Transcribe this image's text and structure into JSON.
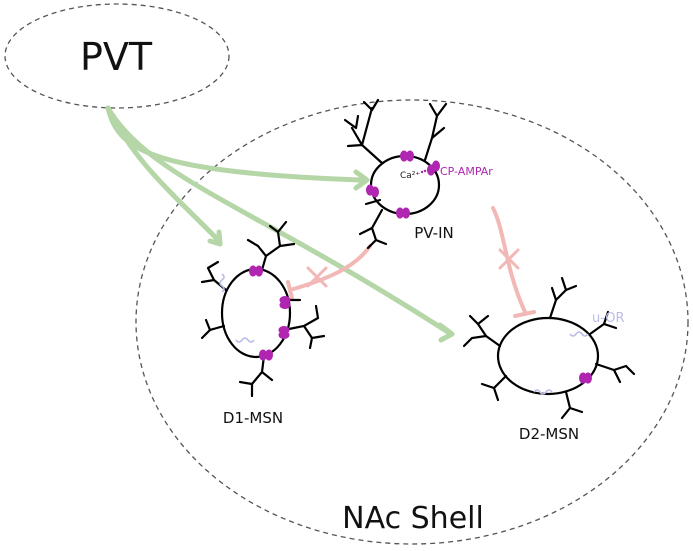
{
  "regions": {
    "source": "PVT",
    "target": "NAc Shell"
  },
  "cells": {
    "pv_in": "PV-IN",
    "d1_msn": "D1-MSN",
    "d2_msn": "D2-MSN"
  },
  "annotations": {
    "calcium": "Ca²⁺",
    "receptor": "CP-AMPAr",
    "opioid_receptor": "u-OR"
  },
  "colors": {
    "excitatory_projection": "#b5d6a7",
    "inhibitory_projection": "#f2b8b5",
    "ampa_receptor": "#b026b0",
    "opioid_receptor": "#b9bde8",
    "region_outline": "#555555"
  }
}
